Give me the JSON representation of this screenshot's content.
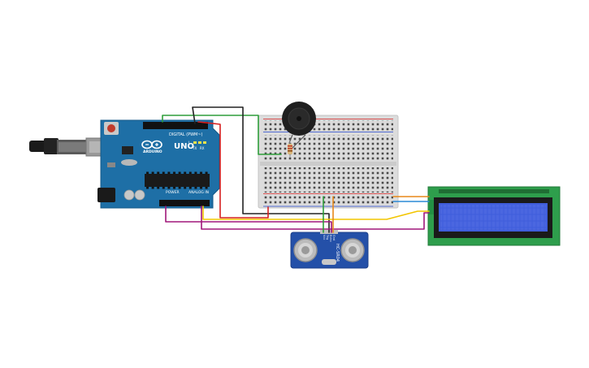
{
  "arduino": {
    "logo_text": "ARDUINO",
    "model": "UNO",
    "digital_label": "DIGITAL (PWM~)",
    "power_label": "POWER",
    "analog_label": "ANALOG IN",
    "tx_label": "TX",
    "rx_label": "RX",
    "l_label": "L"
  },
  "sensor": {
    "model": "HC-SR04",
    "pins": [
      "Vcc",
      "Trig",
      "Echo",
      "Gnd"
    ]
  },
  "colors": {
    "wire_green": "#2e9e3a",
    "wire_black": "#222222",
    "wire_red": "#d62020",
    "wire_orange": "#e8891a",
    "wire_yellow": "#f2c500",
    "wire_purple": "#a0177a",
    "arduino_board": "#1e6fa6",
    "lcd_board": "#2e9e4c",
    "lcd_screen": "#3f5ddb",
    "sensor_board": "#2450a8"
  }
}
